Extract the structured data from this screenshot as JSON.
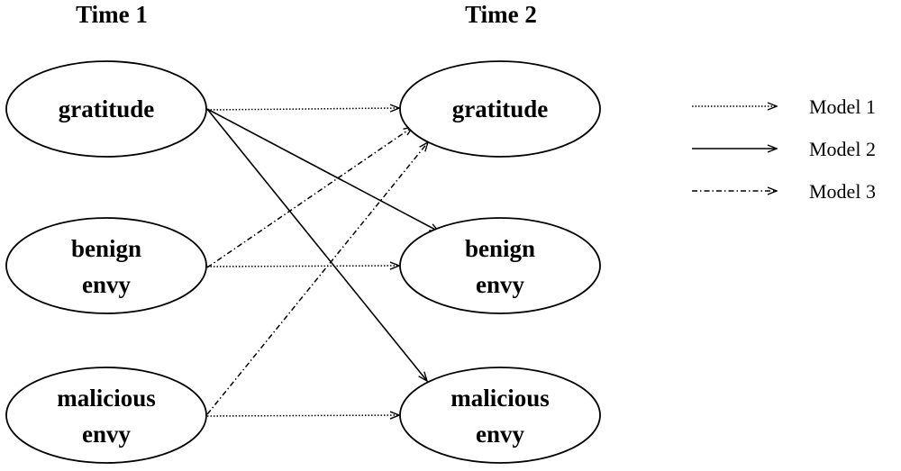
{
  "columns": {
    "time1": "Time 1",
    "time2": "Time 2"
  },
  "nodes": {
    "t1_gratitude": [
      "gratitude"
    ],
    "t1_benign": [
      "benign",
      "envy"
    ],
    "t1_malicious": [
      "malicious",
      "envy"
    ],
    "t2_gratitude": [
      "gratitude"
    ],
    "t2_benign": [
      "benign",
      "envy"
    ],
    "t2_malicious": [
      "malicious",
      "envy"
    ]
  },
  "legend": [
    {
      "label": "Model 1",
      "style": "dotted"
    },
    {
      "label": "Model 2",
      "style": "solid"
    },
    {
      "label": "Model 3",
      "style": "dash-dot"
    }
  ],
  "paths": [
    {
      "from": "t1_gratitude",
      "to": "t2_gratitude",
      "model": "Model 1"
    },
    {
      "from": "t1_benign",
      "to": "t2_benign",
      "model": "Model 1"
    },
    {
      "from": "t1_malicious",
      "to": "t2_malicious",
      "model": "Model 1"
    },
    {
      "from": "t1_gratitude",
      "to": "t2_benign",
      "model": "Model 2"
    },
    {
      "from": "t1_gratitude",
      "to": "t2_malicious",
      "model": "Model 2"
    },
    {
      "from": "t1_benign",
      "to": "t2_gratitude",
      "model": "Model 3"
    },
    {
      "from": "t1_malicious",
      "to": "t2_gratitude",
      "model": "Model 3"
    }
  ],
  "colors": {
    "stroke": "#000000",
    "background": "#ffffff"
  }
}
